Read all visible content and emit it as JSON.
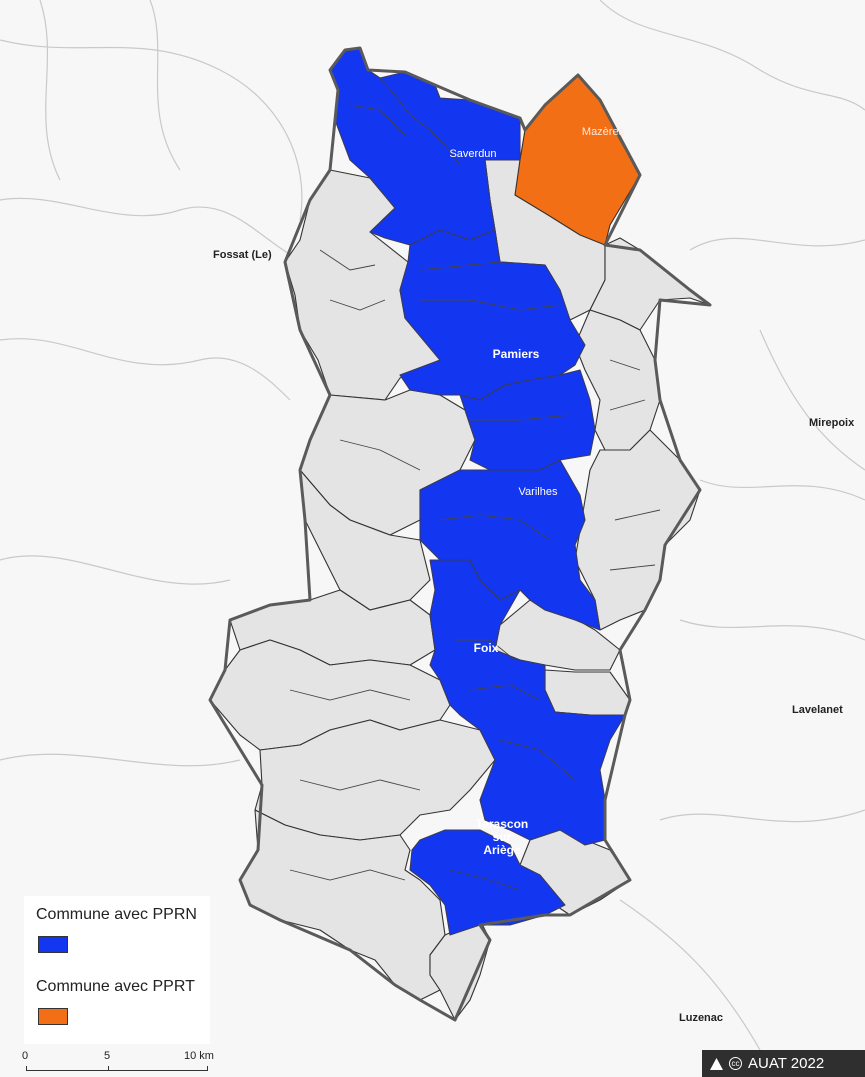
{
  "map": {
    "places_inside": [
      {
        "name": "Saverdun",
        "status": "pprn"
      },
      {
        "name": "Mazères",
        "status": "pprt"
      },
      {
        "name": "Pamiers",
        "status": "pprn"
      },
      {
        "name": "Varilhes",
        "status": "pprn"
      },
      {
        "name": "Foix",
        "status": "pprn"
      },
      {
        "name": "Tarascon sur Ariège",
        "status": "pprn"
      }
    ],
    "places_outside": [
      "Fossat (Le)",
      "Mirepoix",
      "Lavelanet",
      "Luzenac"
    ]
  },
  "legend": {
    "items": [
      {
        "label": "Commune avec PPRN",
        "color": "#1336f0"
      },
      {
        "label": "Commune avec PPRT",
        "color": "#f26f16"
      }
    ]
  },
  "scalebar": {
    "ticks": [
      "0",
      "5",
      "10 km"
    ]
  },
  "credit": {
    "icon": "triangle-logo-icon",
    "cc_icon": "creative-commons-icon",
    "text": "AUAT 2022"
  }
}
